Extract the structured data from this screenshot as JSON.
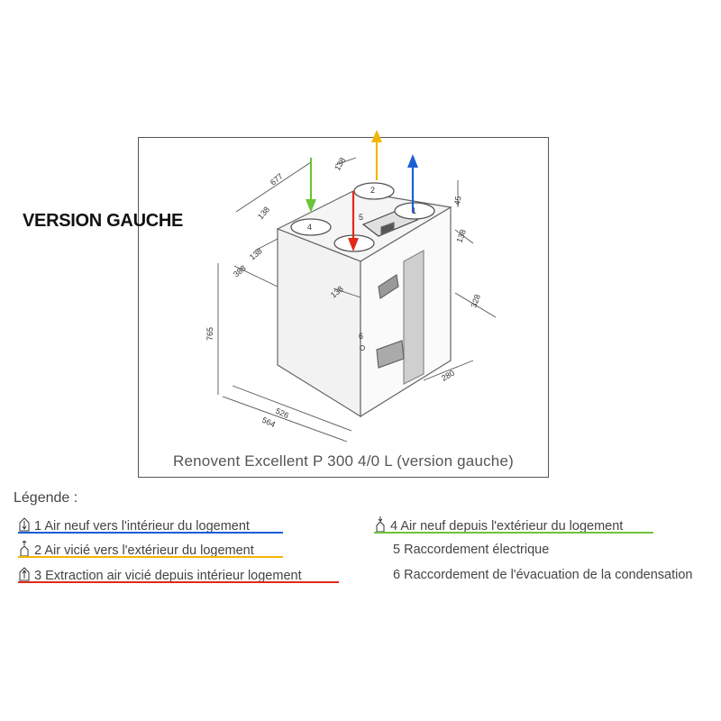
{
  "version_label": "VERSION GAUCHE",
  "caption": "Renovent Excellent P 300 4/0 L (version gauche)",
  "diagram": {
    "dimensions": [
      "677",
      "138",
      "138",
      "45",
      "138",
      "138",
      "388",
      "138",
      "765",
      "328",
      "526",
      "564",
      "280"
    ],
    "port_labels": [
      "1",
      "2",
      "4",
      "5",
      "6"
    ],
    "flow_colors": {
      "air_neuf_interieur": "#1a5fd6",
      "air_vicie_exterieur": "#f2b705",
      "extraction": "#e02a16",
      "air_neuf_exterieur": "#6cc43a"
    }
  },
  "legend": {
    "title": "Légende :",
    "items": [
      {
        "num": "1",
        "text": "Air neuf vers l'intérieur du logement",
        "color": "#1a5fd6",
        "icon": "duct-arrow-down-icon"
      },
      {
        "num": "2",
        "text": "Air vicié vers l'extérieur du logement",
        "color": "#f2b705",
        "icon": "duct-arrow-up-out-icon"
      },
      {
        "num": "3",
        "text": "Extraction air vicié depuis intérieur logement",
        "color": "#e02a16",
        "icon": "duct-arrow-up-icon"
      },
      {
        "num": "4",
        "text": "Air neuf depuis l'extérieur du logement",
        "color": "#6cc43a",
        "icon": "duct-arrow-down-in-icon"
      },
      {
        "num": "5",
        "text": "Raccordement électrique",
        "color": "",
        "icon": ""
      },
      {
        "num": "6",
        "text": "Raccordement de l'évacuation de la condensation",
        "color": "",
        "icon": ""
      }
    ]
  }
}
